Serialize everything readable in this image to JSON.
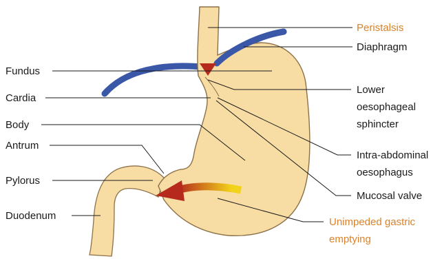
{
  "colors": {
    "organ_fill": "#f7dca4",
    "organ_stroke": "#8c7048",
    "diaphragm": "#3b57a8",
    "accent_text": "#d9822b",
    "arrow_start": "#f2d21a",
    "arrow_end": "#b52a1c"
  },
  "labels_left": {
    "fundus": "Fundus",
    "cardia": "Cardia",
    "body": "Body",
    "antrum": "Antrum",
    "pylorus": "Pylorus",
    "duodenum": "Duodenum"
  },
  "labels_right": {
    "peristalsis": "Peristalsis",
    "diaphragm": "Diaphragm",
    "les_line1": "Lower",
    "les_line2": "oesophageal",
    "les_line3": "sphincter",
    "intra_line1": "Intra-abdominal",
    "intra_line2": "oesophagus",
    "mucosal_valve": "Mucosal valve",
    "emptying_line1": "Unimpeded gastric",
    "emptying_line2": "emptying"
  }
}
